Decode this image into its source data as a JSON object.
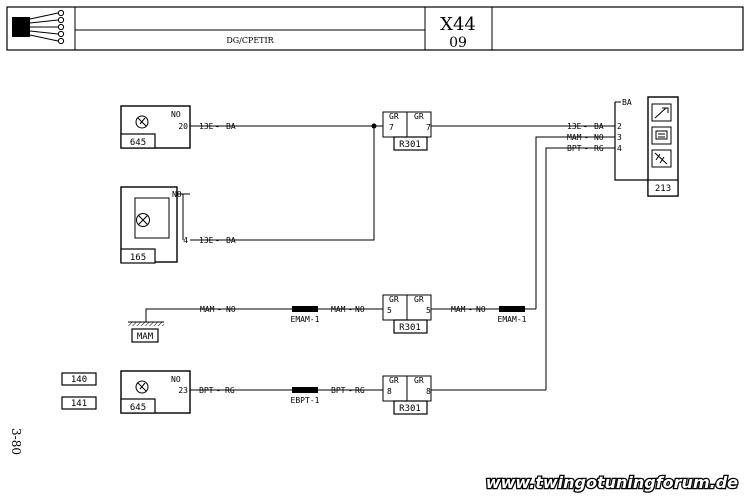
{
  "header": {
    "title": "DG/CPETIR",
    "code": "X44",
    "sheet": "09"
  },
  "components": {
    "c645a": "645",
    "c165": "165",
    "c645b": "645",
    "c213": "213",
    "mam": "MAM",
    "ref140": "140",
    "ref141": "141"
  },
  "connectors": {
    "r301": "R301",
    "gr": "GR",
    "emam": "EMAM-1",
    "ebpt": "EBPT-1"
  },
  "pins": {
    "p20": "20",
    "p4": "4",
    "p23": "23",
    "p7": "7",
    "p5": "5",
    "p8": "8",
    "p2": "2",
    "p3": "3",
    "p4b": "4"
  },
  "wires": {
    "w13e": "13E",
    "wmam": "MAM",
    "wbpt": "BPT",
    "ba": "BA",
    "no": "NO",
    "rg": "RG"
  },
  "page_ref": "3-80",
  "watermark": "www.twingotuningforum.de"
}
